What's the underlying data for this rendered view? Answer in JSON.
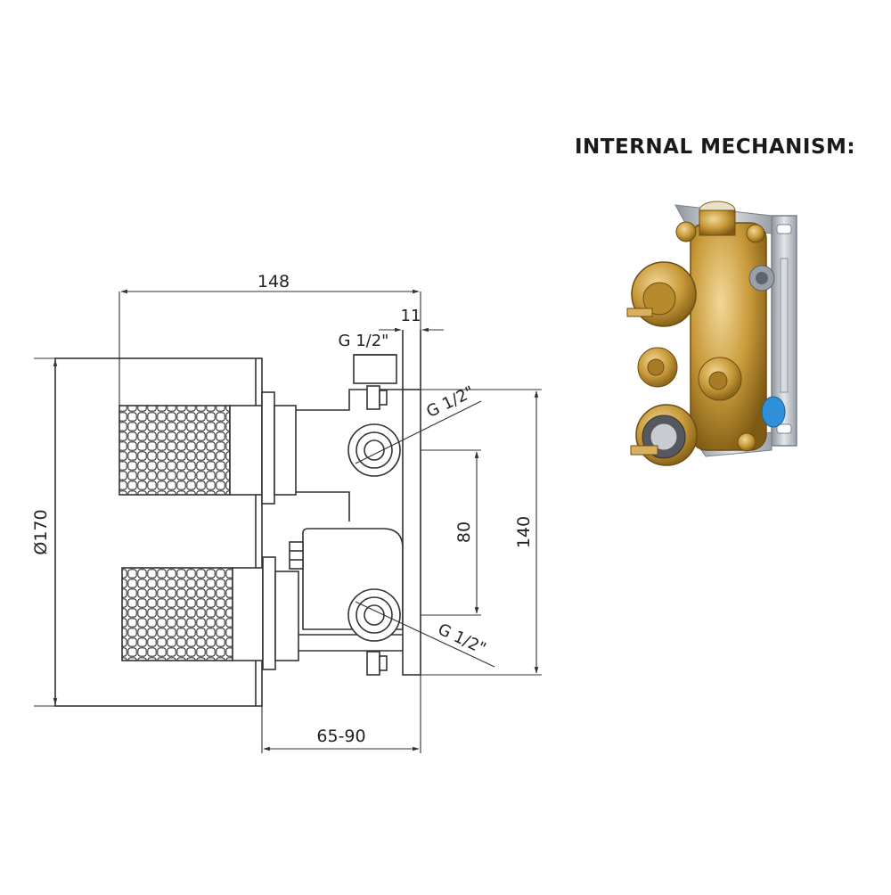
{
  "section_title": "INTERNAL MECHANISM:",
  "dimensions": {
    "overall_depth": "148",
    "plate_thickness": "11",
    "plate_diameter": "Ø170",
    "inlet_spacing": "80",
    "box_height": "140",
    "installation_depth": "65-90"
  },
  "connections": {
    "top": "G 1/2\"",
    "upper_right": "G 1/2\"",
    "lower_right": "G 1/2\""
  },
  "colors": {
    "line": "#333333",
    "brass": "#c89a3a",
    "brass_dark": "#8a6418",
    "brass_light": "#e9c878",
    "steel": "#b8bcc2",
    "blue_plug": "#2f8fd8"
  }
}
